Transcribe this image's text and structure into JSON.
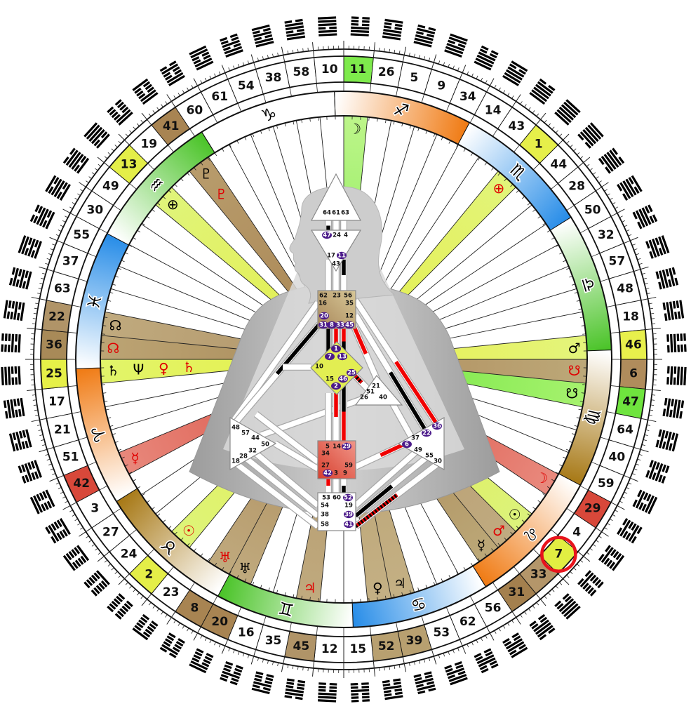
{
  "wheel": {
    "gate_order": [
      11,
      26,
      5,
      9,
      34,
      14,
      43,
      1,
      44,
      28,
      50,
      32,
      57,
      48,
      18,
      46,
      6,
      47,
      64,
      40,
      59,
      29,
      4,
      7,
      33,
      31,
      56,
      62,
      53,
      39,
      52,
      15,
      12,
      45,
      35,
      16,
      20,
      8,
      23,
      2,
      24,
      27,
      3,
      42,
      51,
      21,
      17,
      25,
      36,
      22,
      63,
      37,
      55,
      30,
      49,
      13,
      19,
      41,
      60,
      61,
      54,
      38,
      58,
      10
    ],
    "active_gates": [
      {
        "gate": 11,
        "ring_color": "#7eea4c",
        "wedge_color": "#bdf58a"
      },
      {
        "gate": 1,
        "ring_color": "#e6ef4a",
        "wedge_color": "#e2f47a"
      },
      {
        "gate": 46,
        "ring_color": "#e8f04c",
        "wedge_color": "#e4f47c"
      },
      {
        "gate": 6,
        "ring_color": "#b08c5c",
        "wedge_color": "#bca878"
      },
      {
        "gate": 47,
        "ring_color": "#6fe43e",
        "wedge_color": "#a6f26e"
      },
      {
        "gate": 29,
        "ring_color": "#d8483a",
        "wedge_color": "#e98a7e"
      },
      {
        "gate": 7,
        "ring_color": "#e2ee42",
        "wedge_color": "#dcf27c"
      },
      {
        "gate": 33,
        "ring_color": "#b4966a",
        "wedge_color": "#c0ab80"
      },
      {
        "gate": 31,
        "ring_color": "#a4804e",
        "wedge_color": "#bca878"
      },
      {
        "gate": 39,
        "ring_color": "#b8a070",
        "wedge_color": "#c4b084"
      },
      {
        "gate": 52,
        "ring_color": "#b8a070",
        "wedge_color": "#c4b084"
      },
      {
        "gate": 45,
        "ring_color": "#b09468",
        "wedge_color": "#c0aa7e"
      },
      {
        "gate": 20,
        "ring_color": "#a88452",
        "wedge_color": "#c0aa7e"
      },
      {
        "gate": 8,
        "ring_color": "#a88452",
        "wedge_color": "#c0aa7e"
      },
      {
        "gate": 2,
        "ring_color": "#e4ee48",
        "wedge_color": "#def47a"
      },
      {
        "gate": 42,
        "ring_color": "#d8483a",
        "wedge_color": "#e8887c"
      },
      {
        "gate": 25,
        "ring_color": "#e6f048",
        "wedge_color": "#e2f46a"
      },
      {
        "gate": 36,
        "ring_color": "#a88a58",
        "wedge_color": "#bca474"
      },
      {
        "gate": 22,
        "ring_color": "#b09468",
        "wedge_color": "#c0aa7e"
      },
      {
        "gate": 13,
        "ring_color": "#e4ee48",
        "wedge_color": "#e0f47a"
      },
      {
        "gate": 41,
        "ring_color": "#a88452",
        "wedge_color": "#b89c6c"
      }
    ],
    "zodiac_signs": [
      {
        "glyph": "♐",
        "color": "#f07c16"
      },
      {
        "glyph": "♏",
        "color": "#2a8ee8"
      },
      {
        "glyph": "♎",
        "color": "#4cc42a"
      },
      {
        "glyph": "♍",
        "color": "#a87a18"
      },
      {
        "glyph": "♌",
        "color": "#f07c16"
      },
      {
        "glyph": "♋",
        "color": "#2a8ee8"
      },
      {
        "glyph": "♊",
        "color": "#4cc42a"
      },
      {
        "glyph": "♉",
        "color": "#a87a18"
      },
      {
        "glyph": "♈",
        "color": "#f07c16"
      },
      {
        "glyph": "♓",
        "color": "#2a8ee8"
      },
      {
        "glyph": "♒",
        "color": "#4cc42a"
      },
      {
        "glyph": "♑",
        "color": "#ffffff"
      }
    ],
    "planets": [
      {
        "gate": 11,
        "symbol": "☽",
        "color": "#000000"
      },
      {
        "gate": 1,
        "symbol": "⊕",
        "color": "#e00000"
      },
      {
        "gate": 46,
        "symbol": "♂",
        "color": "#000000"
      },
      {
        "gate": 6,
        "symbol": "☋",
        "color": "#e00000"
      },
      {
        "gate": 47,
        "symbol": "☋",
        "color": "#000000"
      },
      {
        "gate": 29,
        "symbol": "☽",
        "color": "#e00000"
      },
      {
        "gate": 7,
        "symbol": "☉",
        "color": "#000000"
      },
      {
        "gate": 33,
        "symbol": "♂",
        "color": "#e00000"
      },
      {
        "gate": 31,
        "symbol": "☿",
        "color": "#000000"
      },
      {
        "gate": 39,
        "symbol": "♃",
        "color": "#000000"
      },
      {
        "gate": 52,
        "symbol": "♀",
        "color": "#000000"
      },
      {
        "gate": 45,
        "symbol": "♃",
        "color": "#e00000"
      },
      {
        "gate": 20,
        "symbol": "♅",
        "color": "#000000"
      },
      {
        "gate": 8,
        "symbol": "♅",
        "color": "#e00000"
      },
      {
        "gate": 2,
        "symbol": "☉",
        "color": "#e00000"
      },
      {
        "gate": 42,
        "symbol": "☿",
        "color": "#e00000"
      },
      {
        "gate": 25,
        "symbol": "♄",
        "color": "#000000"
      },
      {
        "gate": 25,
        "symbol": "Ψ",
        "color": "#000000"
      },
      {
        "gate": 25,
        "symbol": "♀",
        "color": "#e00000"
      },
      {
        "gate": 25,
        "symbol": "♄",
        "color": "#e00000"
      },
      {
        "gate": 36,
        "symbol": "☊",
        "color": "#e00000"
      },
      {
        "gate": 22,
        "symbol": "☊",
        "color": "#000000"
      },
      {
        "gate": 13,
        "symbol": "⊕",
        "color": "#000000"
      },
      {
        "gate": 41,
        "symbol": "♇",
        "color": "#000000"
      },
      {
        "gate": 41,
        "symbol": "♇",
        "color": "#e00000"
      }
    ],
    "marked_gate": {
      "gate": 7,
      "color": "#e8141c"
    }
  },
  "bodygraph": {
    "centers": {
      "head": {
        "fill": "#ffffff",
        "gates": [
          64,
          61,
          63
        ]
      },
      "ajna": {
        "fill": "#ffffff",
        "gates": [
          47,
          24,
          4,
          17,
          11,
          43
        ]
      },
      "throat": {
        "fill": "#c0a474",
        "gates": [
          62,
          23,
          56,
          16,
          35,
          20,
          12,
          31,
          8,
          33,
          45
        ]
      },
      "g": {
        "fill": "#e2ee52",
        "gates": [
          1,
          7,
          13,
          10,
          25,
          15,
          46,
          2
        ]
      },
      "heart": {
        "fill": "#ffffff",
        "gates": [
          21,
          51,
          26,
          40
        ]
      },
      "spleen": {
        "fill": "#ffffff",
        "gates": [
          48,
          57,
          44,
          50,
          32,
          28,
          18
        ]
      },
      "solar_plexus": {
        "fill": "#ffffff",
        "gates": [
          36,
          22,
          37,
          6,
          49,
          55,
          30
        ]
      },
      "sacral": {
        "fill": "#e66a5a",
        "gates": [
          5,
          14,
          29,
          34,
          27,
          59,
          42,
          3,
          9
        ]
      },
      "root": {
        "fill": "#ffffff",
        "gates": [
          53,
          60,
          52,
          54,
          19,
          38,
          39,
          58,
          41
        ]
      }
    },
    "active_gates": [
      47,
      11,
      20,
      31,
      8,
      33,
      45,
      1,
      7,
      13,
      25,
      46,
      2,
      36,
      22,
      6,
      29,
      42,
      52,
      39,
      41
    ],
    "active_gate_color": "#4b1a8a",
    "channels": [
      {
        "gates": [
          64,
          47
        ],
        "fill": [
          "none",
          "black"
        ]
      },
      {
        "gates": [
          61,
          24
        ],
        "fill": [
          "none",
          "none"
        ]
      },
      {
        "gates": [
          63,
          4
        ],
        "fill": [
          "none",
          "none"
        ]
      },
      {
        "gates": [
          17,
          62
        ],
        "fill": [
          "none",
          "none"
        ]
      },
      {
        "gates": [
          43,
          23
        ],
        "fill": [
          "none",
          "none"
        ]
      },
      {
        "gates": [
          11,
          56
        ],
        "fill": [
          "black",
          "none"
        ]
      },
      {
        "gates": [
          31,
          7
        ],
        "fill": [
          "black",
          "black"
        ]
      },
      {
        "gates": [
          8,
          1
        ],
        "fill": [
          "red",
          "red"
        ]
      },
      {
        "gates": [
          33,
          13
        ],
        "fill": [
          "red",
          "black"
        ]
      },
      {
        "gates": [
          48,
          16
        ],
        "fill": [
          "none",
          "none"
        ]
      },
      {
        "gates": [
          20,
          57
        ],
        "fill": [
          "black",
          "none"
        ]
      },
      {
        "gates": [
          10,
          20
        ],
        "fill": [
          "none",
          "none"
        ]
      },
      {
        "gates": [
          45,
          21
        ],
        "fill": [
          "red",
          "none"
        ]
      },
      {
        "gates": [
          25,
          51
        ],
        "fill": [
          "striped",
          "none"
        ]
      },
      {
        "gates": [
          35,
          36
        ],
        "fill": [
          "none",
          "red"
        ]
      },
      {
        "gates": [
          12,
          22
        ],
        "fill": [
          "none",
          "black"
        ]
      },
      {
        "gates": [
          26,
          44
        ],
        "fill": [
          "none",
          "none"
        ]
      },
      {
        "gates": [
          40,
          37
        ],
        "fill": [
          "none",
          "none"
        ]
      },
      {
        "gates": [
          15,
          5
        ],
        "fill": [
          "none",
          "none"
        ]
      },
      {
        "gates": [
          2,
          14
        ],
        "fill": [
          "red",
          "none"
        ]
      },
      {
        "gates": [
          46,
          29
        ],
        "fill": [
          "black",
          "red"
        ]
      },
      {
        "gates": [
          34,
          57
        ],
        "fill": [
          "none",
          "none"
        ]
      },
      {
        "gates": [
          27,
          50
        ],
        "fill": [
          "none",
          "none"
        ]
      },
      {
        "gates": [
          59,
          6
        ],
        "fill": [
          "none",
          "red"
        ]
      },
      {
        "gates": [
          42,
          53
        ],
        "fill": [
          "red",
          "none"
        ]
      },
      {
        "gates": [
          3,
          60
        ],
        "fill": [
          "none",
          "none"
        ]
      },
      {
        "gates": [
          9,
          52
        ],
        "fill": [
          "none",
          "black"
        ]
      },
      {
        "gates": [
          19,
          49
        ],
        "fill": [
          "none",
          "none"
        ]
      },
      {
        "gates": [
          39,
          55
        ],
        "fill": [
          "black",
          "none"
        ]
      },
      {
        "gates": [
          41,
          30
        ],
        "fill": [
          "striped",
          "none"
        ]
      },
      {
        "gates": [
          54,
          32
        ],
        "fill": [
          "none",
          "none"
        ]
      },
      {
        "gates": [
          38,
          28
        ],
        "fill": [
          "none",
          "none"
        ]
      },
      {
        "gates": [
          58,
          18
        ],
        "fill": [
          "none",
          "none"
        ]
      }
    ]
  }
}
